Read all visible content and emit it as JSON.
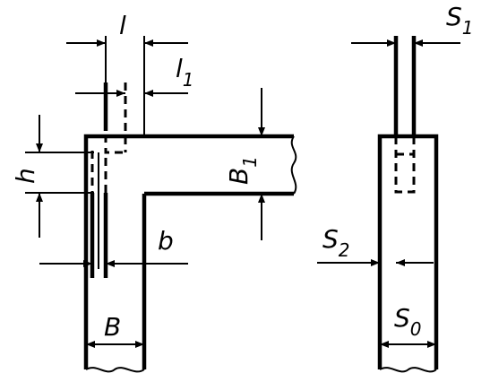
{
  "figure": {
    "front_view": {
      "labels": {
        "l": {
          "main": "l",
          "sub": ""
        },
        "l1": {
          "main": "l",
          "sub": "1"
        },
        "h": {
          "main": "h",
          "sub": ""
        },
        "b": {
          "main": "b",
          "sub": ""
        },
        "B": {
          "main": "B",
          "sub": ""
        },
        "B1": {
          "main": "B",
          "sub": "1"
        }
      }
    },
    "side_view": {
      "labels": {
        "S1": {
          "main": "S",
          "sub": "1"
        },
        "S2": {
          "main": "S",
          "sub": "2"
        },
        "S0": {
          "main": "S",
          "sub": "0"
        }
      }
    }
  }
}
